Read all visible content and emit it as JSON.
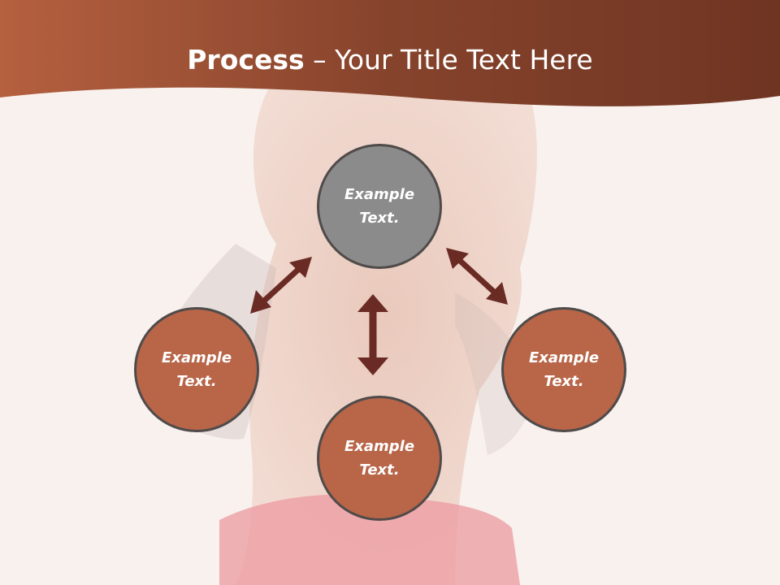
{
  "slide": {
    "title_bold": "Process",
    "title_rest": " – Your Title Text Here",
    "colors": {
      "banner": "#8e4b30",
      "center_fill": "#8c8b8b",
      "outer_fill": "#b86548",
      "circle_border": "#4f4b4a",
      "arrow": "#6b2b25"
    }
  },
  "diagram": {
    "center": {
      "line1": "Example",
      "line2": "Text."
    },
    "left": {
      "line1": "Example",
      "line2": "Text."
    },
    "bottom": {
      "line1": "Example",
      "line2": "Text."
    },
    "right": {
      "line1": "Example",
      "line2": "Text."
    }
  }
}
